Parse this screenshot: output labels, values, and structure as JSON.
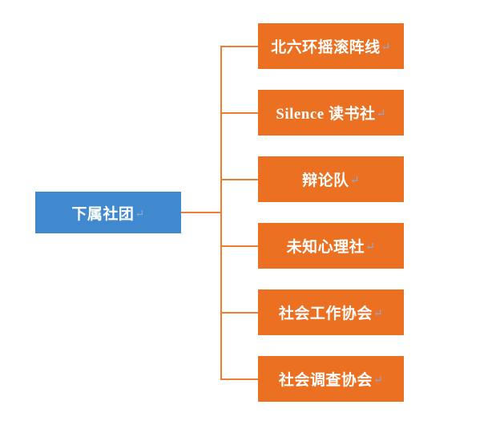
{
  "diagram": {
    "type": "org-chart",
    "orientation": "left-to-right",
    "return_mark": "↵",
    "colors": {
      "root_fill": "#4189ce",
      "child_fill": "#ec7022",
      "connector": "#ed7d31",
      "text": "#ffffff",
      "return_mark": "#8ea9db",
      "background": "#ffffff"
    },
    "root": {
      "label": "下属社团",
      "mark": "↵"
    },
    "children": [
      {
        "label": "北六环摇滚阵线",
        "mark": "↵"
      },
      {
        "label": "Silence 读书社",
        "mark": "↵"
      },
      {
        "label": "辩论队",
        "mark": "↵"
      },
      {
        "label": "未知心理社",
        "mark": "↵"
      },
      {
        "label": "社会工作协会",
        "mark": "↵"
      },
      {
        "label": "社会调查协会",
        "mark": "↵"
      }
    ]
  }
}
